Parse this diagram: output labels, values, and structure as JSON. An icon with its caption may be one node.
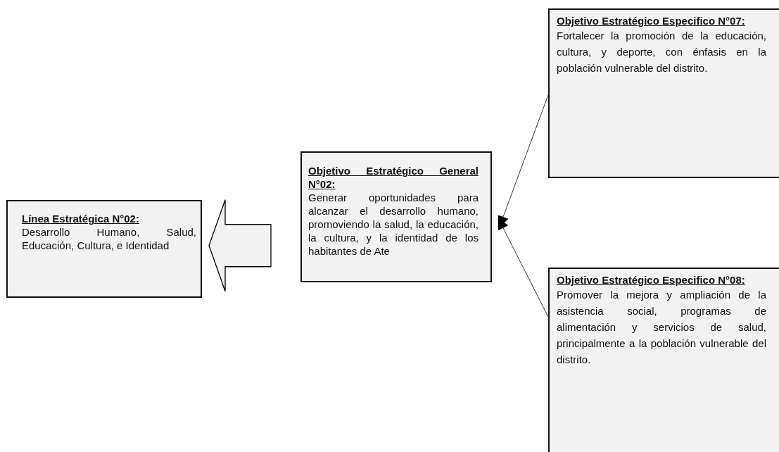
{
  "diagram": {
    "nodes": [
      {
        "text": [
          "Línea Estratégica N°02:",
          "Desarrollo Humano, Salud, Educación, Cultura, e Identidad"
        ]
      },
      {
        "text": [
          "Objetivo Estratégico General N°02:",
          "Generar oportunidades para alcanzar el desarrollo humano, promoviendo la salud, la educación, la cultura, y la identidad de los habitantes de Ate"
        ]
      },
      {
        "text": [
          "Objetivo Estratégico Especifico N°07:",
          "Fortalecer la promoción de la educación, cultura, y deporte, con énfasis en la población vulnerable del distrito."
        ]
      },
      {
        "text": [
          "Objetivo Estratégico Especifico N°08:",
          "Promover la mejora y ampliación de la asistencia social, programas de alimentación y servicios de salud, principalmente a la población vulnerable del distrito."
        ]
      }
    ],
    "edges": [
      {
        "from": 1,
        "to": 0,
        "arrow": "to",
        "style": "thick"
      },
      {
        "from": 2,
        "to": 1,
        "arrow": "to"
      },
      {
        "from": 3,
        "to": 1,
        "arrow": "to"
      }
    ]
  }
}
